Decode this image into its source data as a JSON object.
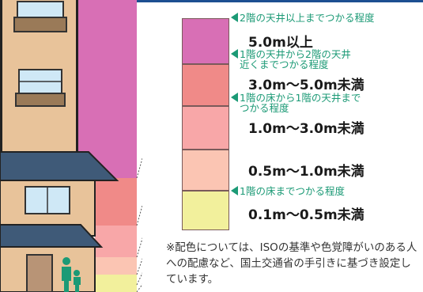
{
  "legend": [
    {
      "note": "2階の天井以上までつかる程度",
      "range": "5.0m以上",
      "color": "#d86fb5"
    },
    {
      "note": "1階の天井から2階の天井近くまでつかる程度",
      "note_line1": "1階の天井から2階の天井",
      "note_line2": "近くまでつかる程度",
      "range": "3.0m〜5.0m未満",
      "color": "#f08a88"
    },
    {
      "note": "1階の床から1階の天井までつかる程度",
      "note_line1": "1階の床から1階の天井まで",
      "note_line2": "つかる程度",
      "range": "1.0m〜3.0m未満",
      "color": "#f8a7a8"
    },
    {
      "range": "0.5m〜1.0m未満",
      "color": "#fbc5b3"
    },
    {
      "note": "1階の床までつかる程度",
      "range": "0.1m〜0.5m未満",
      "color": "#f2f09c"
    }
  ],
  "footnote": "※配色については、ISOの基準や色覚障がいのある人への配慮など、国土交通省の手引きに基づき設定しています。"
}
